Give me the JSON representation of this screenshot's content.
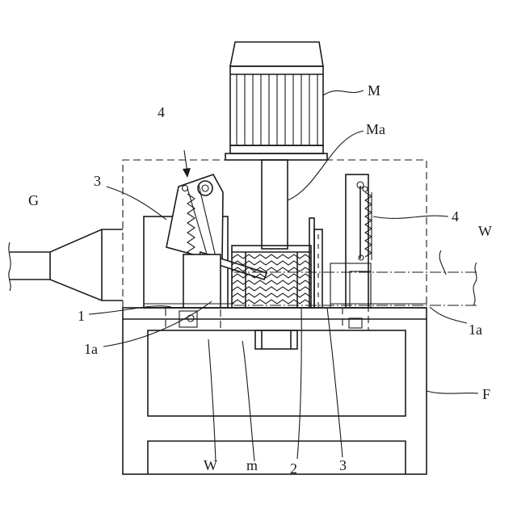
{
  "labels": {
    "motor": "M",
    "shaft": "Ma",
    "pusher_left": "4",
    "pusher_right": "4",
    "holder_left": "3",
    "holder_right": "3",
    "suction": "G",
    "workpiece_right": "W",
    "workpiece_bottom": "W",
    "table": "1",
    "table_edge_left": "1a",
    "table_edge_right": "1a",
    "frame": "F",
    "motor_coupling": "m",
    "brush": "2"
  }
}
